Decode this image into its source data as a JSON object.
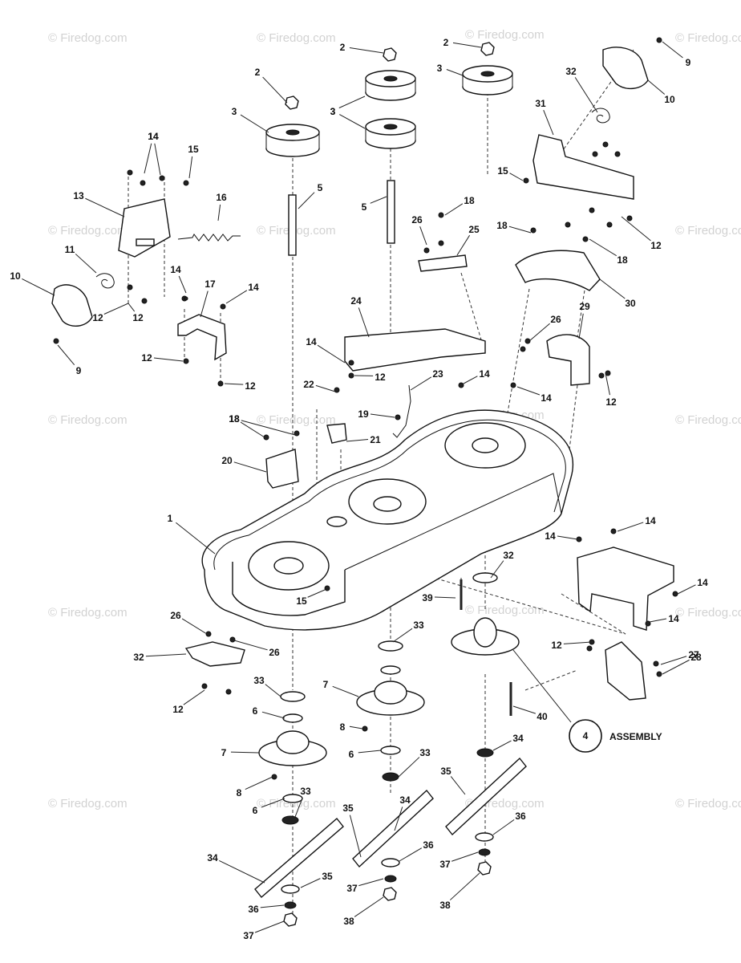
{
  "watermark": "© Firedog.com",
  "assembly": {
    "number": "4",
    "label": "ASSEMBLY"
  },
  "callouts": [
    {
      "n": "1"
    },
    {
      "n": "2"
    },
    {
      "n": "2"
    },
    {
      "n": "2"
    },
    {
      "n": "3"
    },
    {
      "n": "3"
    },
    {
      "n": "3"
    },
    {
      "n": "3"
    },
    {
      "n": "5"
    },
    {
      "n": "5"
    },
    {
      "n": "6"
    },
    {
      "n": "6"
    },
    {
      "n": "6"
    },
    {
      "n": "7"
    },
    {
      "n": "7"
    },
    {
      "n": "8"
    },
    {
      "n": "8"
    },
    {
      "n": "9"
    },
    {
      "n": "9"
    },
    {
      "n": "10"
    },
    {
      "n": "10"
    },
    {
      "n": "11"
    },
    {
      "n": "12"
    },
    {
      "n": "12"
    },
    {
      "n": "12"
    },
    {
      "n": "12"
    },
    {
      "n": "12"
    },
    {
      "n": "12"
    },
    {
      "n": "12"
    },
    {
      "n": "12"
    },
    {
      "n": "12"
    },
    {
      "n": "13"
    },
    {
      "n": "14"
    },
    {
      "n": "14"
    },
    {
      "n": "14"
    },
    {
      "n": "14"
    },
    {
      "n": "14"
    },
    {
      "n": "14"
    },
    {
      "n": "14"
    },
    {
      "n": "14"
    },
    {
      "n": "14"
    },
    {
      "n": "14"
    },
    {
      "n": "14"
    },
    {
      "n": "15"
    },
    {
      "n": "15"
    },
    {
      "n": "15"
    },
    {
      "n": "16"
    },
    {
      "n": "17"
    },
    {
      "n": "18"
    },
    {
      "n": "18"
    },
    {
      "n": "18"
    },
    {
      "n": "18"
    },
    {
      "n": "18"
    },
    {
      "n": "19"
    },
    {
      "n": "20"
    },
    {
      "n": "21"
    },
    {
      "n": "22"
    },
    {
      "n": "23"
    },
    {
      "n": "24"
    },
    {
      "n": "25"
    },
    {
      "n": "26"
    },
    {
      "n": "26"
    },
    {
      "n": "26"
    },
    {
      "n": "26"
    },
    {
      "n": "27"
    },
    {
      "n": "28"
    },
    {
      "n": "29"
    },
    {
      "n": "30"
    },
    {
      "n": "31"
    },
    {
      "n": "32"
    },
    {
      "n": "32"
    },
    {
      "n": "32"
    },
    {
      "n": "33"
    },
    {
      "n": "33"
    },
    {
      "n": "33"
    },
    {
      "n": "33"
    },
    {
      "n": "34"
    },
    {
      "n": "34"
    },
    {
      "n": "34"
    },
    {
      "n": "35"
    },
    {
      "n": "35"
    },
    {
      "n": "35"
    },
    {
      "n": "36"
    },
    {
      "n": "36"
    },
    {
      "n": "36"
    },
    {
      "n": "37"
    },
    {
      "n": "37"
    },
    {
      "n": "37"
    },
    {
      "n": "38"
    },
    {
      "n": "38"
    },
    {
      "n": "39"
    },
    {
      "n": "40"
    }
  ]
}
